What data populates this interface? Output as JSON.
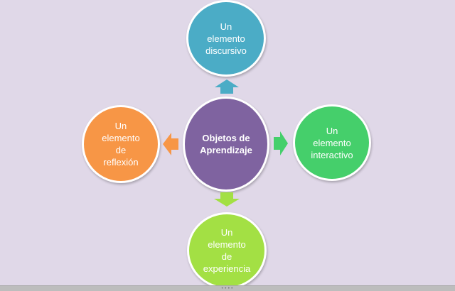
{
  "diagram": {
    "center": {
      "label": "Objetos de\nAprendizaje",
      "color": "#7f63a0"
    },
    "top": {
      "label": "Un\nelemento\ndiscursivo",
      "color": "#4bacc6"
    },
    "right": {
      "label": "Un\nelemento\ninteractivo",
      "color": "#45cf6b"
    },
    "bottom": {
      "label": "Un\nelemento\nde\nexperiencia",
      "color": "#a3e044"
    },
    "left": {
      "label": "Un\nelemento\nde\nreflexión",
      "color": "#f79646"
    }
  },
  "background_color": "#e0d8e8",
  "icons": {
    "arrows": [
      "arrow-up-icon",
      "arrow-right-icon",
      "arrow-down-icon",
      "arrow-left-icon"
    ],
    "grip": "resize-grip-icon"
  }
}
